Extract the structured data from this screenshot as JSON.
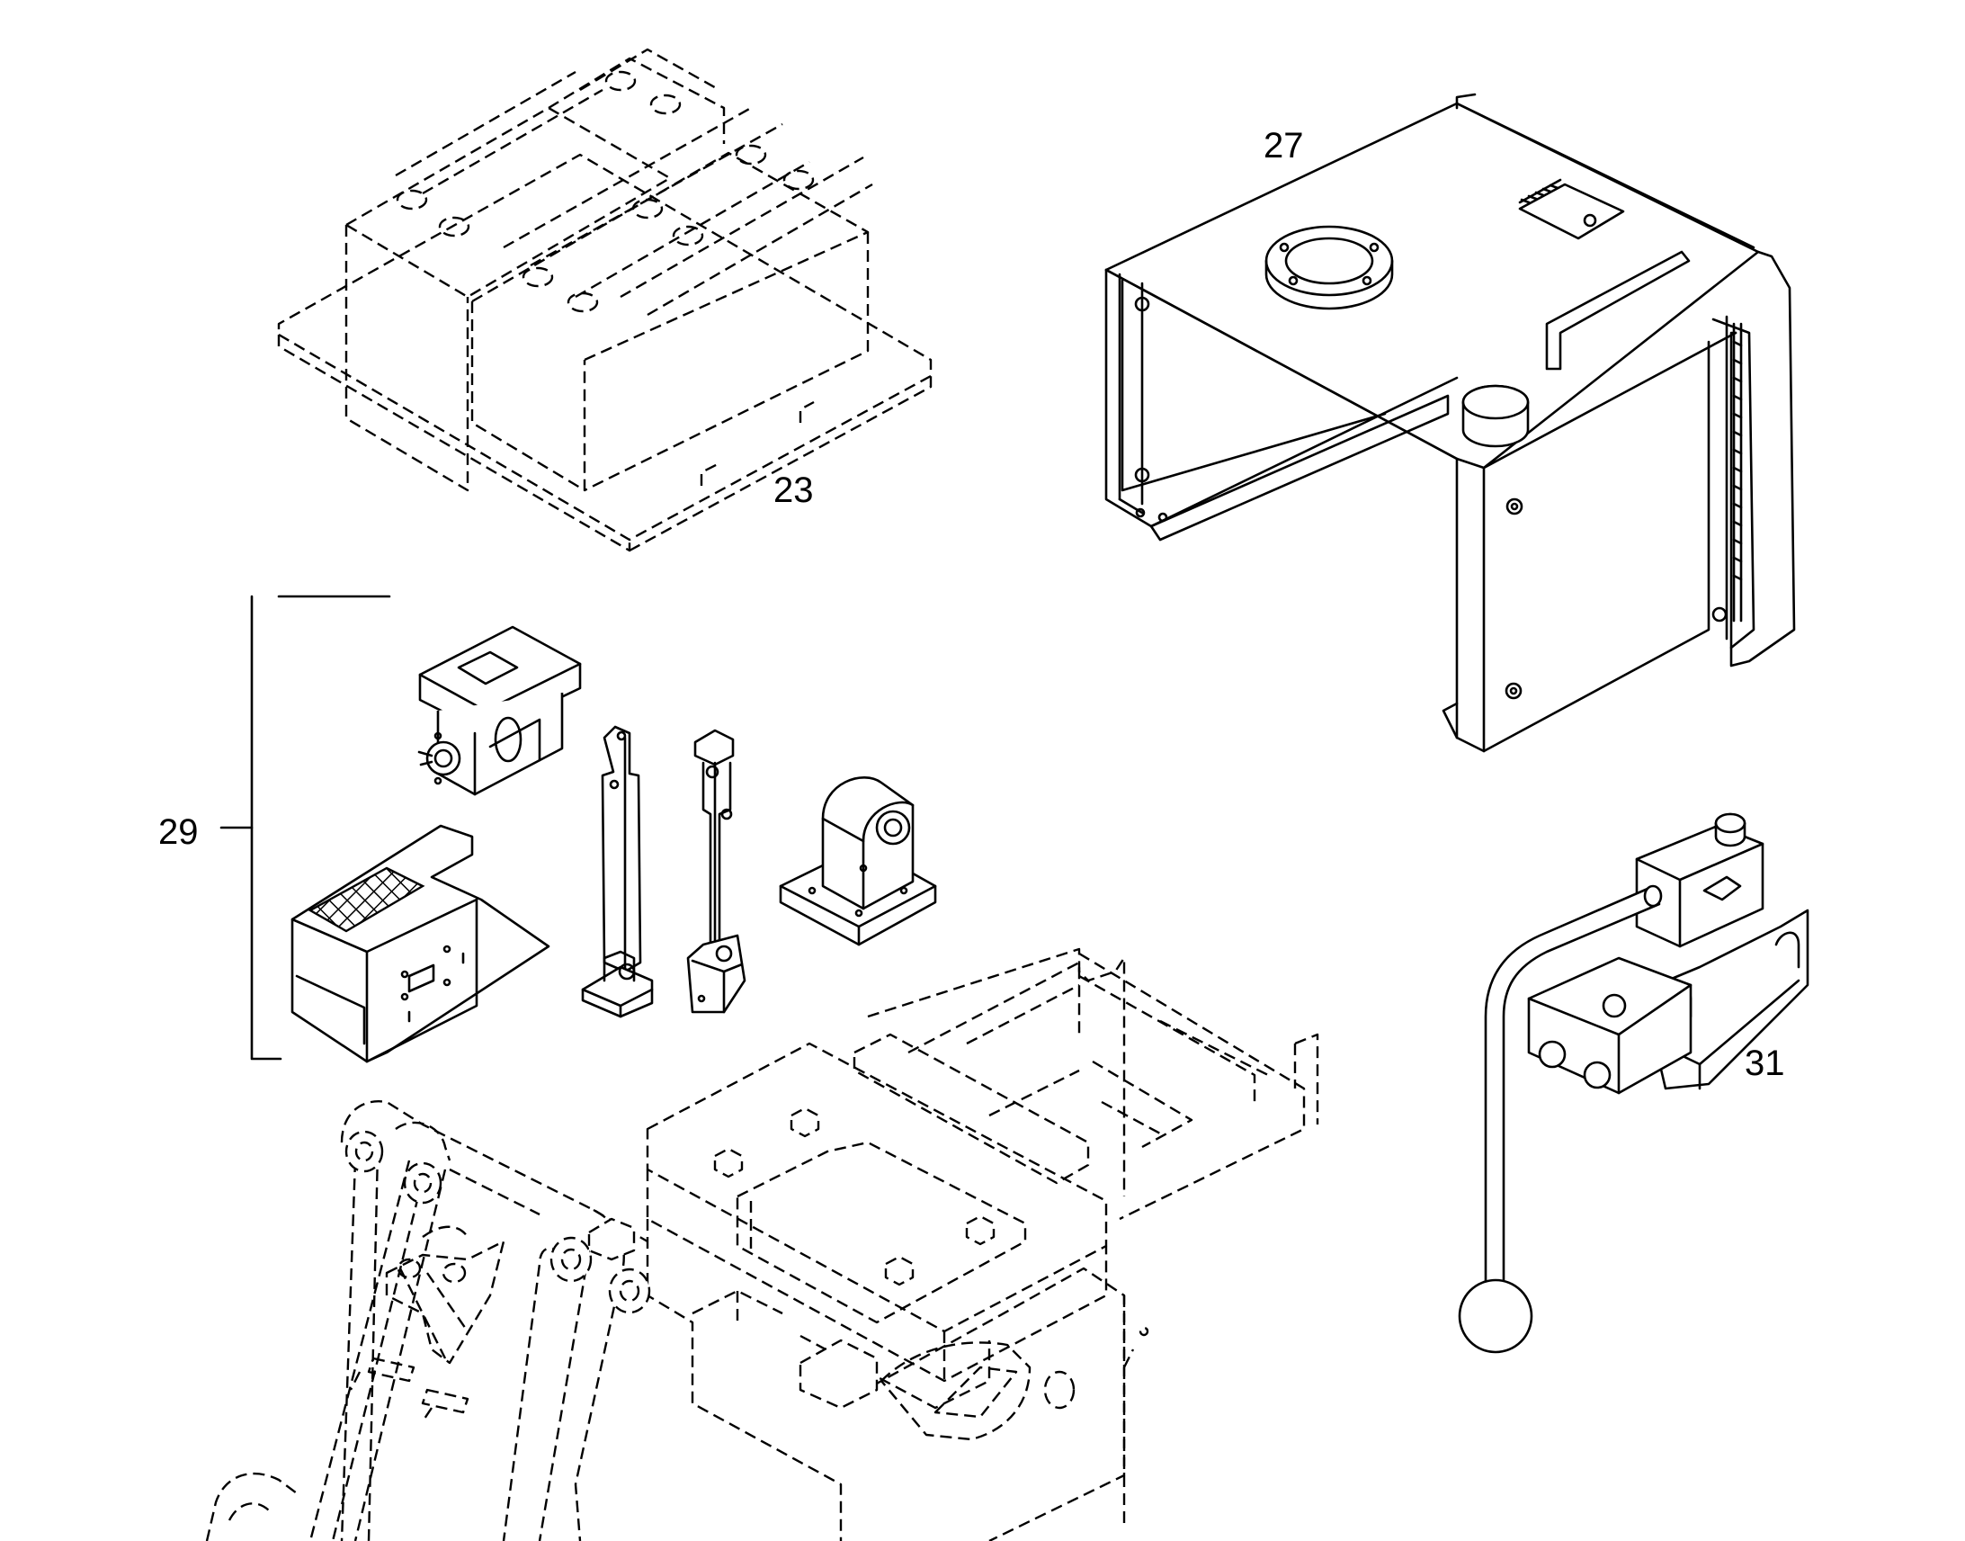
{
  "callouts": {
    "c23": "23",
    "c27": "27",
    "c29": "29",
    "c31": "31"
  },
  "colors": {
    "line": "#000000",
    "background": "#ffffff"
  }
}
